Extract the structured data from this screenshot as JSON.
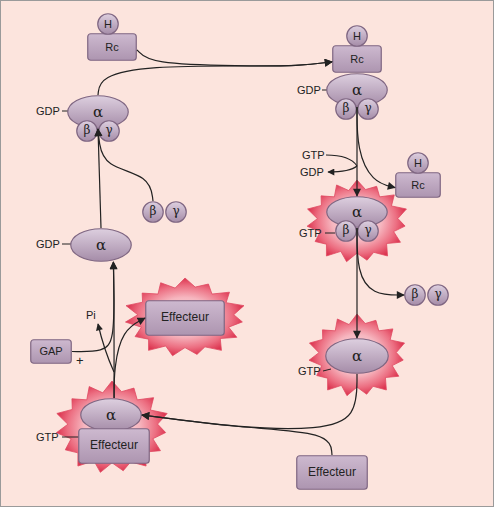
{
  "diagram": {
    "nodes": [
      {
        "text": [
          "H"
        ]
      },
      {
        "text": [
          "Rc"
        ]
      },
      {
        "text": [
          "H"
        ]
      },
      {
        "text": [
          "Rc"
        ]
      },
      {
        "text": [
          "α"
        ]
      },
      {
        "text": [
          "β"
        ]
      },
      {
        "text": [
          "γ"
        ]
      },
      {
        "text": [
          "α"
        ]
      },
      {
        "text": [
          "β"
        ]
      },
      {
        "text": [
          "γ"
        ]
      },
      {
        "text": [
          "H"
        ]
      },
      {
        "text": [
          "Rc"
        ]
      },
      {
        "text": [
          "β"
        ]
      },
      {
        "text": [
          "γ"
        ]
      },
      {
        "text": [
          "α"
        ]
      },
      {
        "text": [
          "β"
        ]
      },
      {
        "text": [
          "γ"
        ]
      },
      {
        "text": [
          "α"
        ]
      },
      {
        "text": [
          "β"
        ]
      },
      {
        "text": [
          "γ"
        ]
      },
      {
        "text": [
          "Effecteur"
        ]
      },
      {
        "text": [
          "GAP"
        ]
      },
      {
        "text": [
          "α"
        ]
      },
      {
        "text": [
          "α"
        ]
      },
      {
        "text": [
          "Effecteur"
        ]
      },
      {
        "text": [
          "Effecteur"
        ]
      }
    ],
    "edges": [
      {
        "from": 1,
        "to": 3,
        "arrow": "to"
      },
      {
        "from": 4,
        "to": 3,
        "arrow": "to"
      },
      {
        "from": 7,
        "to": 14,
        "arrow": "to"
      },
      {
        "from": 7,
        "to": 11,
        "arrow": "to"
      },
      {
        "from": 14,
        "to": 22,
        "arrow": "to"
      },
      {
        "from": 14,
        "to": 18,
        "arrow": "to"
      },
      {
        "from": 22,
        "to": 23,
        "arrow": "to"
      },
      {
        "from": 25,
        "to": 23,
        "arrow": "to"
      },
      {
        "from": 23,
        "to": 17,
        "arrow": "to"
      },
      {
        "from": 23,
        "to": 20,
        "arrow": "to"
      },
      {
        "from": 21,
        "to": 17,
        "label": "+",
        "arrow": "to"
      },
      {
        "from": 17,
        "to": 4,
        "arrow": "to"
      },
      {
        "from": 12,
        "to": 4,
        "arrow": "to"
      }
    ],
    "labels": [
      "GDP",
      "GDP",
      "GTP",
      "GDP",
      "GTP",
      "GDP",
      "Pi",
      "GTP",
      "GTP"
    ]
  }
}
